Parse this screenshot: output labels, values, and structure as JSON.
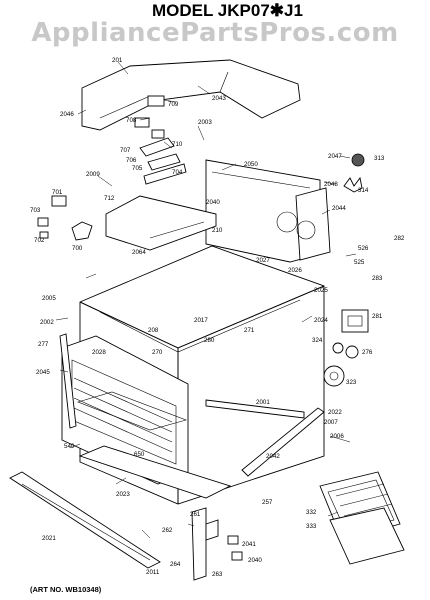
{
  "header": {
    "model_title": "MODEL JKP07✱J1",
    "watermark": "AppliancePartsPros.com"
  },
  "footer": {
    "art_number": "(ART NO. WB10348)"
  },
  "part_labels": [
    {
      "id": "201"
    },
    {
      "id": "2043"
    },
    {
      "id": "2046"
    },
    {
      "id": "709"
    },
    {
      "id": "708"
    },
    {
      "id": "707"
    },
    {
      "id": "710"
    },
    {
      "id": "706"
    },
    {
      "id": "705"
    },
    {
      "id": "704"
    },
    {
      "id": "2003"
    },
    {
      "id": "2050"
    },
    {
      "id": "2047"
    },
    {
      "id": "313"
    },
    {
      "id": "2048"
    },
    {
      "id": "314"
    },
    {
      "id": "2044"
    },
    {
      "id": "2009"
    },
    {
      "id": "701"
    },
    {
      "id": "712"
    },
    {
      "id": "703"
    },
    {
      "id": "702"
    },
    {
      "id": "700"
    },
    {
      "id": "2064"
    },
    {
      "id": "2040"
    },
    {
      "id": "210"
    },
    {
      "id": "2027"
    },
    {
      "id": "2026"
    },
    {
      "id": "2025"
    },
    {
      "id": "526"
    },
    {
      "id": "525"
    },
    {
      "id": "282"
    },
    {
      "id": "283"
    },
    {
      "id": "2005"
    },
    {
      "id": "2002"
    },
    {
      "id": "277"
    },
    {
      "id": "2045"
    },
    {
      "id": "2028"
    },
    {
      "id": "208"
    },
    {
      "id": "2017"
    },
    {
      "id": "280"
    },
    {
      "id": "270"
    },
    {
      "id": "271"
    },
    {
      "id": "2024"
    },
    {
      "id": "281"
    },
    {
      "id": "324"
    },
    {
      "id": "276"
    },
    {
      "id": "323"
    },
    {
      "id": "2001"
    },
    {
      "id": "2022"
    },
    {
      "id": "2007"
    },
    {
      "id": "2006"
    },
    {
      "id": "2042"
    },
    {
      "id": "2023"
    },
    {
      "id": "650"
    },
    {
      "id": "540"
    },
    {
      "id": "261"
    },
    {
      "id": "262"
    },
    {
      "id": "264"
    },
    {
      "id": "263"
    },
    {
      "id": "2041"
    },
    {
      "id": "2040"
    },
    {
      "id": "257"
    },
    {
      "id": "332"
    },
    {
      "id": "333"
    },
    {
      "id": "2021"
    },
    {
      "id": "2011"
    }
  ]
}
